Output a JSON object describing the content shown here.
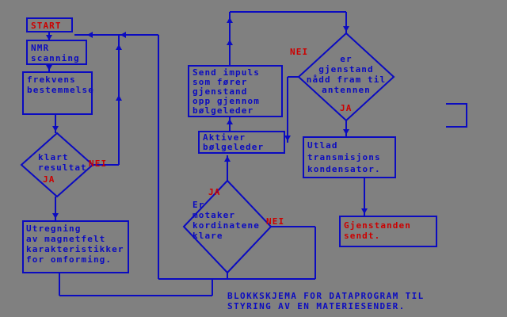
{
  "colors": {
    "background": "#808080",
    "line_blue": "#0b0bc0",
    "text_blue": "#0b0bc0",
    "text_red": "#cc0000"
  },
  "nodes": {
    "start": {
      "label": "START"
    },
    "nmr": {
      "label": "NMR\nscanning"
    },
    "frekvens": {
      "label": "frekvens\nbestemmelse"
    },
    "klart": {
      "label": "klart\nresultat"
    },
    "utregning": {
      "label": "Utregning\nav magnetfelt\nkarakteristikker\nfor omforming."
    },
    "send_impuls": {
      "label": "Send impuls\nsom fører\ngjenstand\nopp gjennom\nbølgeleder"
    },
    "aktiver": {
      "label": "Aktiver\nbølgeleder"
    },
    "motaker": {
      "label": "Er\nmotaker\nkordinatene\nklare"
    },
    "gjenstand_nadd": {
      "label": "er\ngjenstand\nnådd fram til\nantennen"
    },
    "utlad": {
      "label": "Utlad\ntransmisjons\nkondensator."
    },
    "sendt": {
      "label": "Gjenstanden\nsendt."
    }
  },
  "branches": {
    "klart_ja": "JA",
    "klart_nei": "NEI",
    "motaker_ja": "JA",
    "motaker_nei": "NEI",
    "nadd_ja": "JA",
    "nadd_nei": "NEI"
  },
  "caption": {
    "line1": "BLOKKSKJEMA FOR DATAPROGRAM TIL",
    "line2": "STYRING AV EN MATERIESENDER."
  }
}
